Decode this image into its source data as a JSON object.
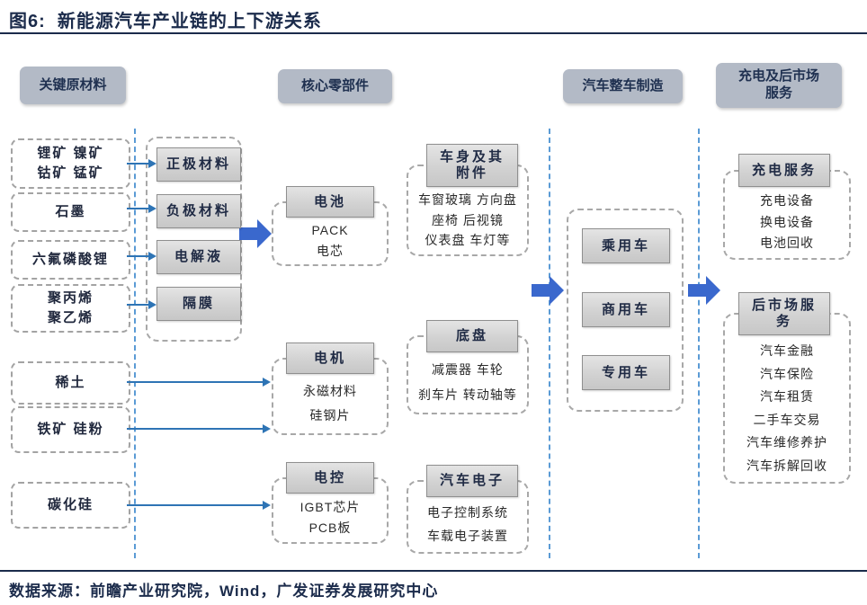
{
  "title": "图6:  新能源汽车产业链的上下游关系",
  "source": "数据来源：前瞻产业研究院，Wind，广发证券发展研究中心",
  "colors": {
    "navy": "#1b2b4b",
    "section_header_fill": "#b3bac6",
    "gray_box_fill": "#d6d6d6",
    "block_arrow_blue": "#3a68cd",
    "thin_arrow_blue": "#2e74b5",
    "dashed_line_blue": "#5b9bd5"
  },
  "sections": {
    "raw": "关键原材料",
    "components": "核心零部件",
    "oem": "汽车整车制造",
    "aftermarket": "充电及后市场\n服务"
  },
  "raw_materials": [
    "锂矿 镍矿\n钴矿 锰矿",
    "石墨",
    "六氟磷酸锂",
    "聚丙烯\n聚乙烯",
    "稀土",
    "铁矿 硅粉",
    "碳化硅"
  ],
  "battery_materials": [
    "正极材料",
    "负极材料",
    "电解液",
    "隔膜"
  ],
  "core_components": [
    {
      "name": "电池",
      "items": [
        "PACK",
        "电芯"
      ]
    },
    {
      "name": "电机",
      "items": [
        "永磁材料",
        "硅钢片"
      ]
    },
    {
      "name": "电控",
      "items": [
        "IGBT芯片",
        "PCB板"
      ]
    }
  ],
  "vehicle_parts": [
    {
      "name": "车身及其\n附件",
      "items": [
        "车窗玻璃 方向盘",
        "座椅 后视镜",
        "仪表盘 车灯等"
      ]
    },
    {
      "name": "底盘",
      "items": [
        "减震器 车轮",
        "刹车片 转动轴等"
      ]
    },
    {
      "name": "汽车电子",
      "items": [
        "电子控制系统",
        "车载电子装置"
      ]
    }
  ],
  "vehicle_types": [
    "乘用车",
    "商用车",
    "专用车"
  ],
  "services": [
    {
      "name": "充电服务",
      "items": [
        "充电设备",
        "换电设备",
        "电池回收"
      ]
    },
    {
      "name": "后市场服\n务",
      "items": [
        "汽车金融",
        "汽车保险",
        "汽车租赁",
        "二手车交易",
        "汽车维修养护",
        "汽车拆解回收"
      ]
    }
  ]
}
